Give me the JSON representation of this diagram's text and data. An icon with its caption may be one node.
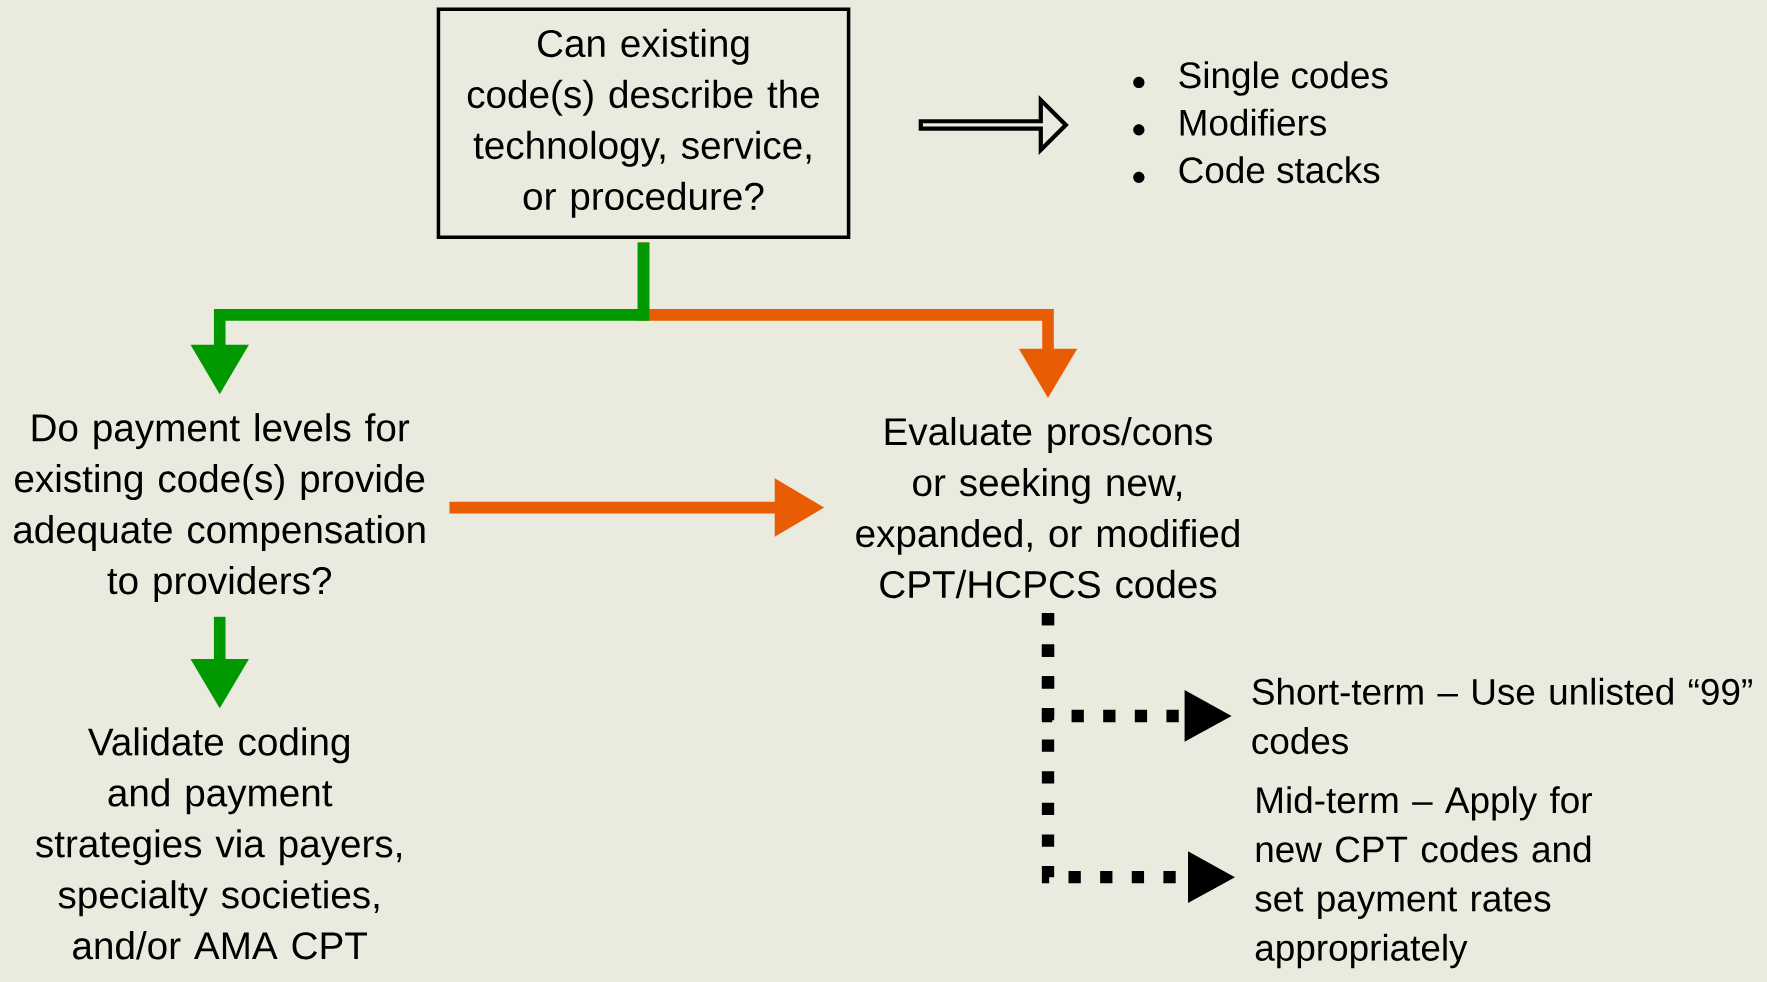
{
  "diagram": {
    "nodes": [
      {
        "text": [
          "Can existing code(s) describe the technology, service, or procedure?"
        ]
      },
      {
        "text": [
          "Single codes",
          "Modifiers",
          "Code stacks"
        ]
      },
      {
        "text": [
          "Do payment levels for existing code(s) provide adequate compensation to providers?"
        ]
      },
      {
        "text": [
          "Evaluate pros/cons or seeking new, expanded, or modified CPT/HCPCS codes"
        ]
      },
      {
        "text": [
          "Validate coding and payment strategies via payers, specialty societies, and/or AMA CPT"
        ]
      },
      {
        "text": [
          "Short-term – Use unlisted “99” codes"
        ]
      },
      {
        "text": [
          "Mid-term – Apply for new CPT codes and set payment rates appropriately"
        ]
      }
    ],
    "edges": [
      {
        "from": 0,
        "to": 1,
        "arrow": "to",
        "color": "#000000"
      },
      {
        "from": 0,
        "to": 3,
        "arrow": "to",
        "color": "#e85d04"
      },
      {
        "from": 0,
        "to": 2,
        "arrow": "to",
        "color": "#009900"
      },
      {
        "from": 2,
        "to": 3,
        "arrow": "to",
        "color": "#e85d04"
      },
      {
        "from": 2,
        "to": 4,
        "arrow": "to",
        "color": "#009900"
      },
      {
        "from": 3,
        "to": 5,
        "arrow": "to",
        "style": "dashed",
        "color": "#000000"
      },
      {
        "from": 3,
        "to": 6,
        "arrow": "to",
        "style": "dashed",
        "color": "#000000"
      }
    ]
  }
}
